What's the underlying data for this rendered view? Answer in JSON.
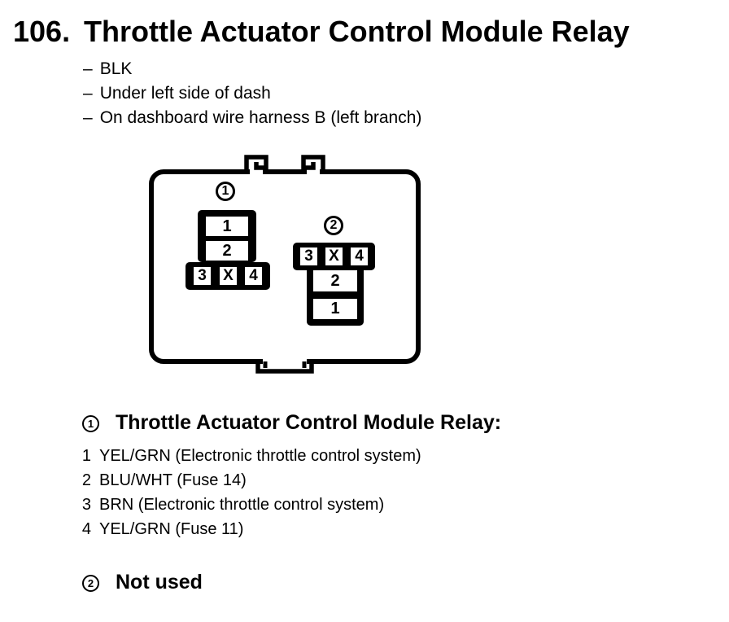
{
  "page": {
    "number": "106.",
    "title": "Throttle Actuator Control Module Relay"
  },
  "details": {
    "dash": "–",
    "items": [
      "BLK",
      "Under left side of dash",
      "On dashboard wire harness B (left branch)"
    ]
  },
  "diagram": {
    "connector1": {
      "callout": "1",
      "cell_top": "1",
      "cell_mid": "2",
      "row": [
        "3",
        "X",
        "4"
      ]
    },
    "connector2": {
      "callout": "2",
      "row": [
        "3",
        "X",
        "4"
      ],
      "cell_mid": "2",
      "cell_bottom": "1"
    }
  },
  "legend": {
    "section1": {
      "callout": "1",
      "title": "Throttle Actuator Control Module Relay:",
      "pins": [
        {
          "num": "1",
          "desc": "YEL/GRN (Electronic throttle control system)"
        },
        {
          "num": "2",
          "desc": "BLU/WHT (Fuse 14)"
        },
        {
          "num": "3",
          "desc": "BRN (Electronic throttle control system)"
        },
        {
          "num": "4",
          "desc": "YEL/GRN (Fuse 11)"
        }
      ]
    },
    "section2": {
      "callout": "2",
      "title": "Not used"
    }
  },
  "colors": {
    "ink": "#000000",
    "paper": "#ffffff"
  }
}
